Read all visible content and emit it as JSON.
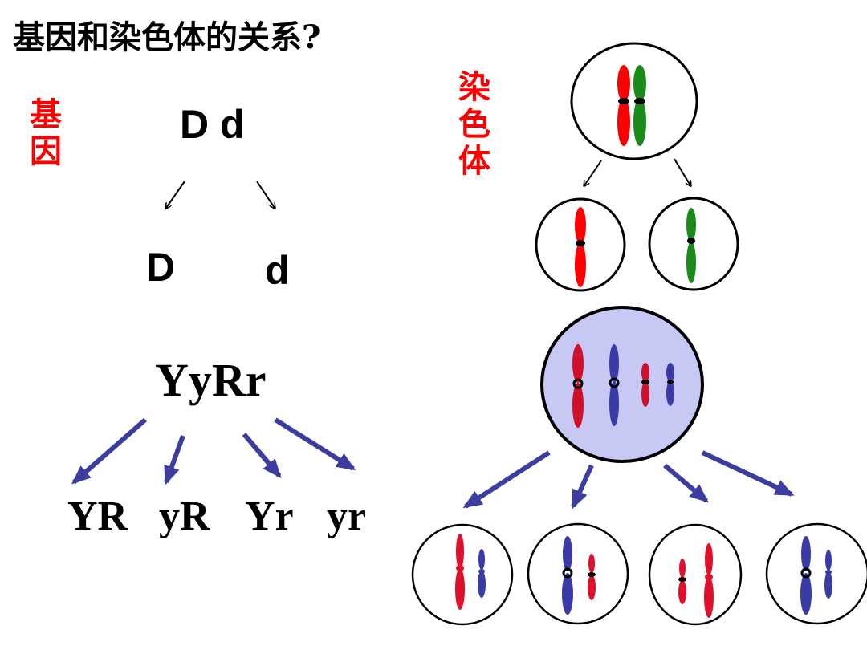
{
  "title": "基因和染色体的关系?",
  "left_label": {
    "line1": "基",
    "line2": "因",
    "color": "#ff0000"
  },
  "right_label": {
    "line1": "染",
    "line2": "色",
    "line3": "体",
    "color": "#ff0000"
  },
  "gene_pair": {
    "parent": "D d",
    "child_dominant": "D",
    "child_recessive": "d"
  },
  "two_pair": {
    "parent": "YyRr",
    "gametes": [
      "YR",
      "yR",
      "Yr",
      "yr"
    ]
  },
  "colors": {
    "red_chromosome": "#ff0000",
    "green_chromosome": "#1a8a1a",
    "blue_chromosome": "#3b3ba8",
    "arrow_blue": "#3d3da0",
    "cell_fill_highlight": "#c8c8f5"
  }
}
